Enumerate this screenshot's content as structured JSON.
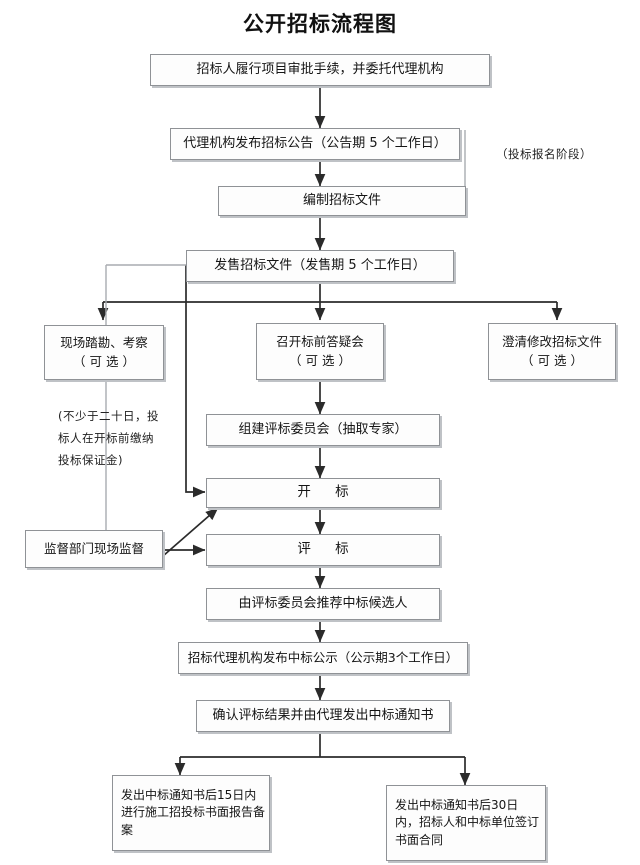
{
  "chart_data": {
    "type": "diagram",
    "title": "公开招标流程图",
    "nodes": [
      {
        "id": "n1",
        "label": "招标人履行项目审批手续，并委托代理机构"
      },
      {
        "id": "n2",
        "label": "代理机构发布招标公告（公告期 5 个工作日）"
      },
      {
        "id": "n3",
        "label": "编制招标文件"
      },
      {
        "id": "n4",
        "label": "发售招标文件（发售期 5 个工作日）"
      },
      {
        "id": "n5",
        "label": "现场踏勘、考察\n（ 可  选 ）"
      },
      {
        "id": "n6",
        "label": "召开标前答疑会\n（ 可  选 ）"
      },
      {
        "id": "n7",
        "label": "澄清修改招标文件\n（ 可  选 ）"
      },
      {
        "id": "n8",
        "label": "组建评标委员会（抽取专家）"
      },
      {
        "id": "n9",
        "label": "开  标"
      },
      {
        "id": "n10",
        "label": "评  标"
      },
      {
        "id": "n11",
        "label": "监督部门现场监督"
      },
      {
        "id": "n12",
        "label": "由评标委员会推荐中标候选人"
      },
      {
        "id": "n13",
        "label": "招标代理机构发布中标公示（公示期3个工作日）"
      },
      {
        "id": "n14",
        "label": "确认评标结果并由代理发出中标通知书"
      },
      {
        "id": "n15",
        "label": "发出中标通知书后15日内进行施工招投标书面报告备案"
      },
      {
        "id": "n16",
        "label": "发出中标通知书后30日内，招标人和中标单位签订书面合同"
      }
    ],
    "annotations": [
      {
        "id": "a1",
        "label": "（投标报名阶段）"
      },
      {
        "id": "a2",
        "label": "(不少于二十日，投\n标人在开标前缴纳\n投标保证金)"
      }
    ]
  },
  "diagram": {
    "title": "公开招标流程图",
    "boxes": {
      "apply_approval": "招标人履行项目审批手续，并委托代理机构",
      "publish_notice": "代理机构发布招标公告（公告期 5 个工作日）",
      "prepare_docs": "编制招标文件",
      "sell_docs": "发售招标文件（发售期 5 个工作日）",
      "site_survey": "现场踏勘、考察\n（ 可  选 ）",
      "pre_bid_meeting": "召开标前答疑会\n（ 可  选 ）",
      "clarify_docs": "澄清修改招标文件\n（ 可  选 ）",
      "form_committee": "组建评标委员会（抽取专家）",
      "bid_opening": "开  标",
      "bid_evaluation": "评  标",
      "supervision": "监督部门现场监督",
      "recommend_candidates": "由评标委员会推荐中标候选人",
      "publicity": "招标代理机构发布中标公示（公示期3个工作日）",
      "confirm_result": "确认评标结果并由代理发出中标通知书",
      "filing_15d": "发出中标通知书后15日内进行施工招投标书面报告备案",
      "contract_30d": "发出中标通知书后30日内，招标人和中标单位签订书面合同"
    },
    "notes": {
      "registration_stage": "（投标报名阶段）",
      "deposit_note": "(不少于二十日，投\n标人在开标前缴纳\n投标保证金)"
    },
    "colors": {
      "box_border": "#8f9296",
      "box_shadow": "#bfc2c6",
      "line": "#2b2b2b",
      "faint_line": "#a9acb0",
      "background": "#ffffff",
      "text": "#151515"
    }
  }
}
